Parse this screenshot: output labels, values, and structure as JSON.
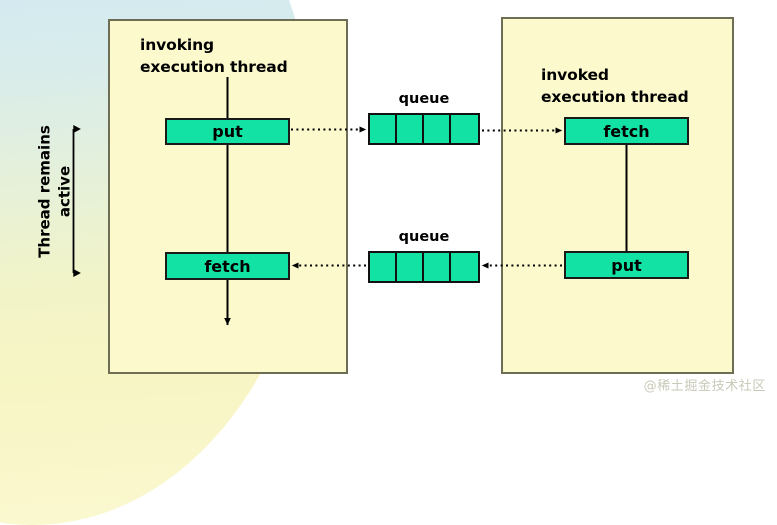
{
  "diagram": {
    "title_alt": "invoking / invoked execution thread queue diagram",
    "side_label": "Thread remains\nactive",
    "watermark": "@稀土掘金技术社区",
    "colors": {
      "panel_fill": "#fcfacd",
      "panel_border": "#6e6e55",
      "box_fill": "#12e3a4",
      "box_border": "#1a1a1a",
      "line": "#000000",
      "blob_top": "#c9e6f6",
      "blob_bottom": "#fbf8d0",
      "watermark": "#c9c9b9"
    },
    "panels": [
      {
        "id": "invoking",
        "title": "invoking\nexecution thread"
      },
      {
        "id": "invoked",
        "title": "invoked\nexecution thread"
      }
    ],
    "boxes": [
      {
        "id": "put-left",
        "label": "put",
        "panel": "invoking"
      },
      {
        "id": "fetch-left",
        "label": "fetch",
        "panel": "invoking"
      },
      {
        "id": "fetch-right",
        "label": "fetch",
        "panel": "invoked"
      },
      {
        "id": "put-right",
        "label": "put",
        "panel": "invoked"
      }
    ],
    "queues": [
      {
        "id": "queue-top",
        "label": "queue",
        "cells": 4,
        "direction": "left-to-right"
      },
      {
        "id": "queue-bottom",
        "label": "queue",
        "cells": 4,
        "direction": "right-to-left"
      }
    ],
    "flows": [
      {
        "from": "put-left",
        "to": "queue-top",
        "style": "dotted-arrow"
      },
      {
        "from": "queue-top",
        "to": "fetch-right",
        "style": "dotted-arrow"
      },
      {
        "from": "put-right",
        "to": "queue-bottom",
        "style": "dotted-arrow"
      },
      {
        "from": "queue-bottom",
        "to": "fetch-left",
        "style": "dotted-arrow"
      }
    ]
  }
}
